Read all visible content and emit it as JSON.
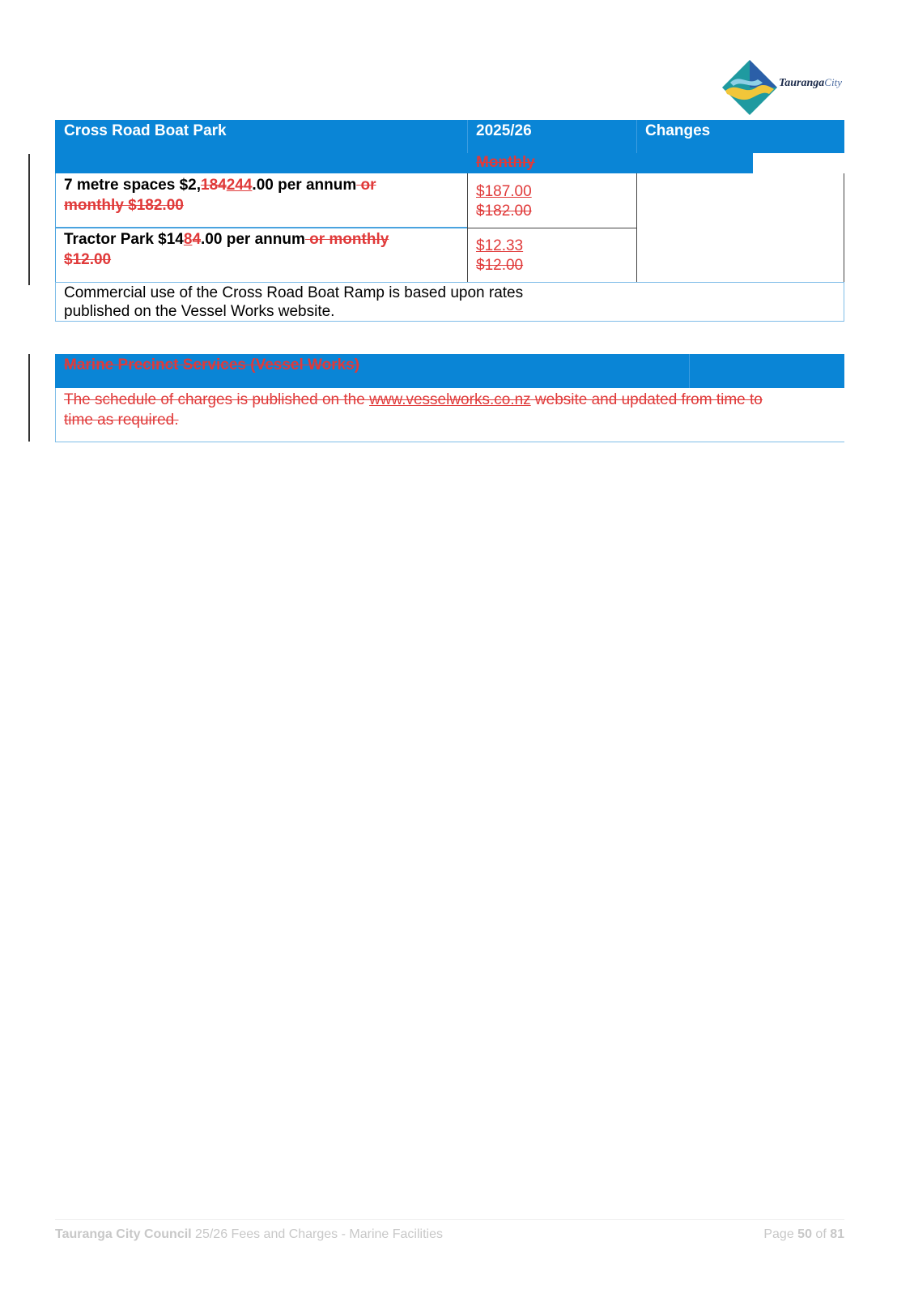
{
  "logo": {
    "name": "Tauranga",
    "city": "City"
  },
  "table1": {
    "headers": {
      "col1": "Cross Road Boat Park",
      "col2": "2025/26",
      "col3": "Changes"
    },
    "subheader_deleted": "Monthly",
    "row1": {
      "desc_a": "7 metre spaces $2,",
      "desc_del": "184",
      "desc_ins": "244",
      "desc_b": ".00 per annum",
      "desc_del_tail1": " or",
      "desc_del_tail2": "monthly $182.00",
      "price_new": "$187.00",
      "price_old": "$182.00"
    },
    "row2": {
      "desc_a": "Tractor Park $14",
      "desc_ins": "8",
      "desc_del": "4",
      "desc_b": ".00 per annum",
      "desc_del_tail1": " or monthly",
      "desc_del_tail2": "$12.00",
      "price_new": "$12.33",
      "price_old": "$12.00"
    },
    "note_line1": "Commercial use of the Cross Road Boat Ramp is based upon rates",
    "note_line2": "published on the Vessel Works website."
  },
  "table2": {
    "header_deleted": "Marine Precinct Services (Vessel Works)",
    "body_a": "The schedule of charges is published on the ",
    "body_link": "www.vesselworks.co.nz",
    "body_b": " website and updated from time to",
    "body_c": "time as required."
  },
  "footer": {
    "org": "Tauranga City Council",
    "doc": " 25/26 Fees and Charges - Marine Facilities",
    "page_label": "Page ",
    "page_num": "50",
    "of_label": " of ",
    "page_total": "81"
  },
  "colors": {
    "header_blue": "#0a85d6",
    "change_red": "#e03a3a",
    "footer_grey": "#c8c8c8"
  }
}
